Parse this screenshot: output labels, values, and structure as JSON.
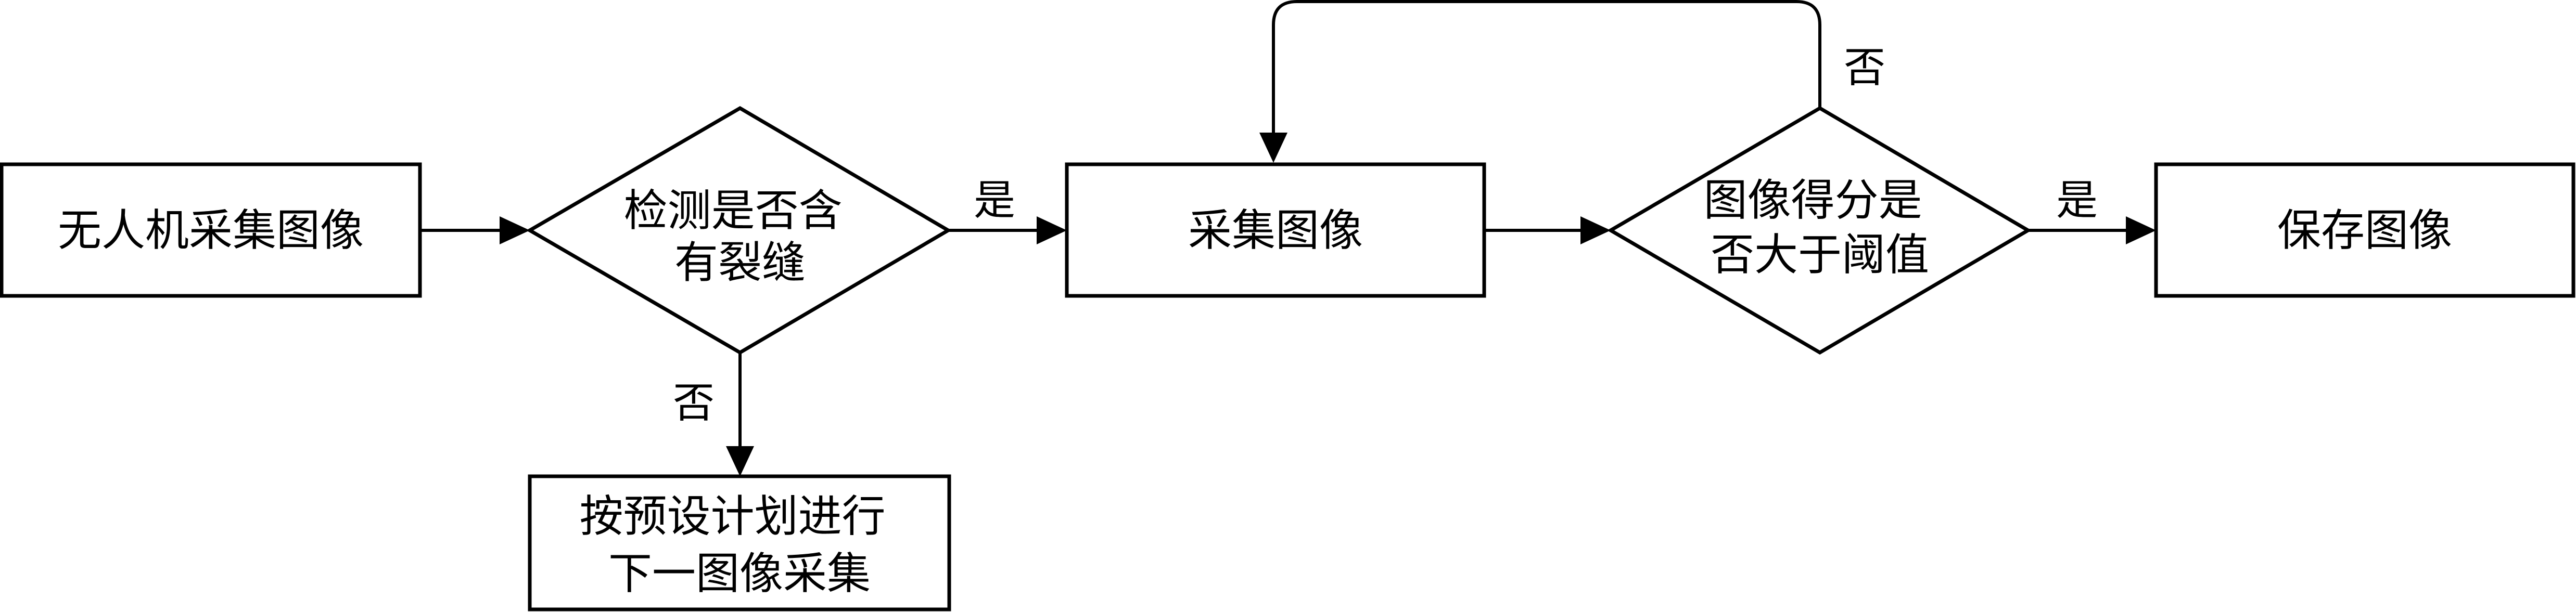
{
  "nodes": {
    "uav_capture": {
      "label": "无人机采集图像"
    },
    "crack_check": {
      "lines": [
        "检测是否含",
        "有裂缝"
      ]
    },
    "collect": {
      "label": "采集图像"
    },
    "score_check": {
      "lines": [
        "图像得分是",
        "否大于阈值"
      ]
    },
    "save": {
      "label": "保存图像"
    },
    "next_capture": {
      "lines": [
        "按预设计划进行",
        "下一图像采集"
      ]
    }
  },
  "edges": {
    "crack_yes": "是",
    "crack_no": "否",
    "score_yes": "是",
    "score_no": "否"
  }
}
